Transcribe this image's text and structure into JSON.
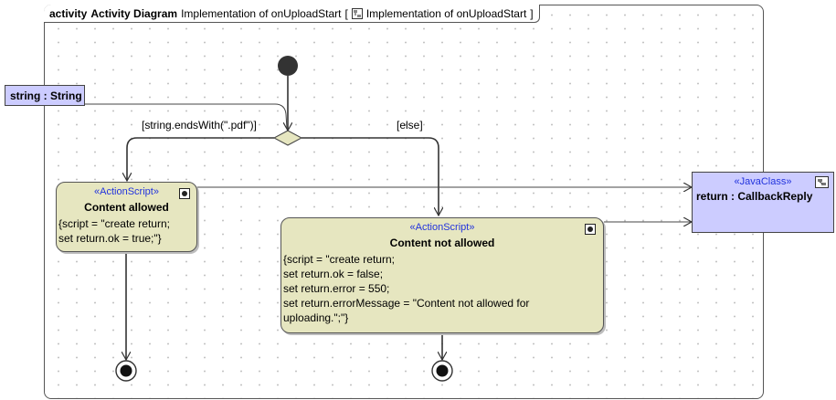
{
  "frame": {
    "kind": "activity",
    "name": "Activity Diagram",
    "title": "Implementation of onUploadStart",
    "bracket_open": "[",
    "ref_title": "Implementation of onUploadStart",
    "bracket_close": "]"
  },
  "parameter": {
    "label": "string : String"
  },
  "guards": {
    "left": "[string.endsWith(\".pdf\")]",
    "right": "[else]"
  },
  "actions": [
    {
      "stereotype": "«ActionScript»",
      "name": "Content allowed",
      "body": "{script = \"create return;\nset return.ok = true;\"}"
    },
    {
      "stereotype": "«ActionScript»",
      "name": "Content not allowed",
      "body": "{script = \"create return;\nset return.ok = false;\nset return.error = 550;\nset return.errorMessage = \"Content not allowed for\nuploading.\";\"}"
    }
  ],
  "java_class": {
    "stereotype": "«JavaClass»",
    "name": "return : CallbackReply"
  },
  "icons": {
    "frame_ref": "diagram-icon",
    "action_corner": "action-pin-icon",
    "class_corner": "class-icon",
    "initial": "initial-node",
    "final": "activity-final-node",
    "decision": "decision-node"
  },
  "colors": {
    "action_fill": "#e6e6c0",
    "class_fill": "#ccccff",
    "stereotype_text": "#2233dd"
  }
}
